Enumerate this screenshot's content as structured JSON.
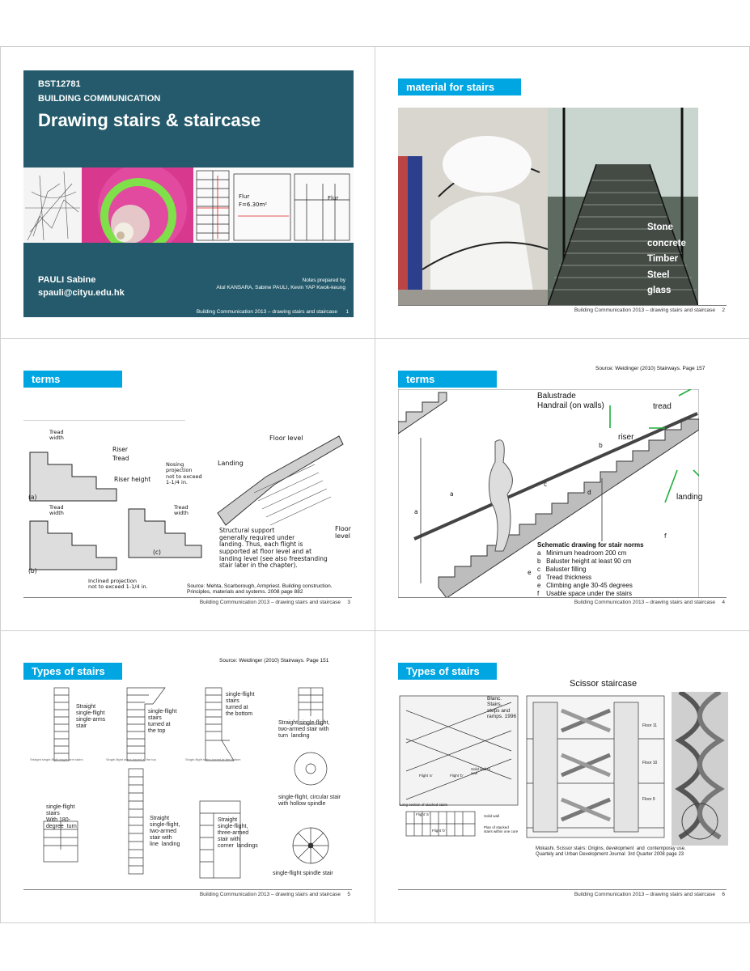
{
  "footer_text": "Building Communication 2013 – drawing stairs and staircase",
  "slide1": {
    "course_code": "BST12781",
    "course_name": "BUILDING COMMUNICATION",
    "title": "Drawing stairs & staircase",
    "author": "PAULI Sabine",
    "email": "spauli@cityu.edu.hk",
    "notes_line1": "Notes prepared by",
    "notes_line2": "Atul KANSARA, Sabine PAULI, Kevin YAP Kwok-keung",
    "page": "1",
    "header_bg": "#245a6b"
  },
  "slide2": {
    "tag": "material for stairs",
    "materials": [
      "Stone",
      "concrete",
      "Timber",
      "Steel",
      "glass"
    ],
    "page": "2"
  },
  "slide3": {
    "tag": "terms",
    "labels": {
      "tread_width_a": "Tread\nwidth",
      "riser": "Riser",
      "tread": "Tread",
      "riser_height": "Riser height",
      "nosing": "Nosing\nprojection\nnot to exceed\n1-1/4 in.",
      "tread_width_b": "Tread\nwidth",
      "tread_width_c": "Tread\nwidth",
      "a": "(a)",
      "b": "(b)",
      "c": "(c)",
      "inclined": "Inclined projection\nnot to exceed 1-1/4 in.",
      "floor_level_top": "Floor level",
      "landing": "Landing",
      "floor_level_bottom": "Floor\nlevel",
      "structural": "Structural support\ngenerally required under\nlanding. Thus, each flight is\nsupported at floor level and at\nlanding level (see also freestanding\nstair later in the chapter)."
    },
    "source": "Source: Mehta, Scarborough, Armpriest. Building construction.\nPrinciples, materials and systems. 2008 page 882",
    "page": "3"
  },
  "slide4": {
    "tag": "terms",
    "source": "Source: Weidinger (2010) Stairways. Page 157",
    "balustrade": "Balustrade\nHandrail (on walls)",
    "tread": "tread",
    "riser": "riser",
    "landing": "landing",
    "schematic_title": "Schematic drawing for stair norms",
    "norms": [
      "a   Minimum headroom 200 cm",
      "b   Baluster height at least 90 cm",
      "c   Baluster filling",
      "d   Tread thickness",
      "e   Climbing angle 30-45 degrees",
      "f    Usable space under the stairs"
    ],
    "letters": [
      "a",
      "a",
      "b",
      "c",
      "d",
      "e",
      "f"
    ],
    "page": "4"
  },
  "slide5": {
    "tag": "Types of stairs",
    "source": "Source: Weidinger (2010) Stairways. Page 151",
    "labels": [
      "Straight\nsingle-flight\nsingle-arms\nstair",
      "single-flight\nstairs\nturned at\nthe top",
      "single-flight\nstairs\nturned at\nthe bottom",
      "Straight single-flight,\ntwo-armed stair with\nturn  landing",
      "single-flight, circular stair\nwith hollow spindle",
      "single-flight\nstairs\nWith 180-\ndegree  turn",
      "Straight\nsingle-flight,\ntwo-armed\nstair with\nline  landing",
      "Straight\nsingle-flight,\nthree-armed\nstair with\ncorner  landings",
      "single-flight spindle stair"
    ],
    "captions": [
      "Straight single-flight single-arm stairs",
      "Single-flight stairs turned at the top",
      "Single-flight stairs turned at the bottom"
    ],
    "page": "5"
  },
  "slide6": {
    "tag": "Types of stairs",
    "title": "Scissor staircase",
    "blanc": "Blanc.\nStairs,\nsteps and\nramps. 1996",
    "source": "Mokashi. Scissor stairs: Origins, development  and  contemporay use.\nQuartely and Urban Development Journal  3rd Quarter 2008 page 23",
    "section_caption": "Long section of stacked stairs",
    "solid_wall": "Solid wall to\nwall",
    "solid_wall2": "Solid wall",
    "plan_caption": "Plan of stacked\nstairs within one core",
    "flights": [
      "Flight 'a'",
      "Flight 'b'",
      "Flight 'a'",
      "Flight 'b'"
    ],
    "floors": [
      "Floor 11",
      "Floor 10",
      "Floor 9"
    ],
    "page": "6"
  }
}
